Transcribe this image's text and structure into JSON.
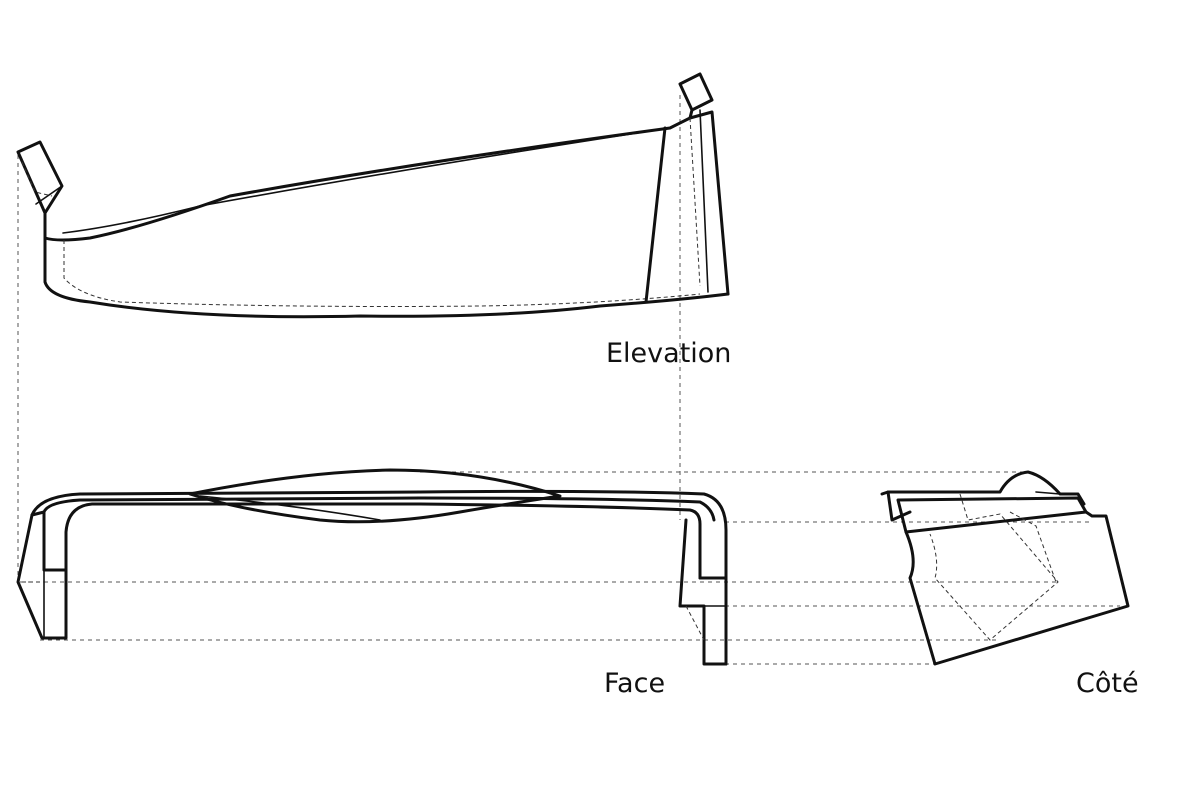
{
  "labels": {
    "elevation": "Elevation",
    "face": "Face",
    "cote": "Côté"
  },
  "colors": {
    "line": "#111111",
    "background": "#ffffff"
  }
}
